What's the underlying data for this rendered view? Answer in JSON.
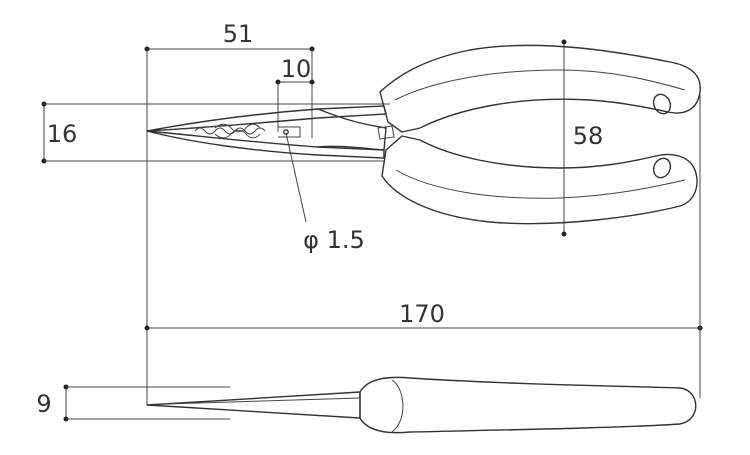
{
  "dimensions": {
    "jaw_reach": "51",
    "cutter_length": "10",
    "nose_width": "16",
    "hole_diameter": "φ 1.5",
    "handle_spread": "58",
    "overall_length": "170",
    "thickness": "9"
  }
}
